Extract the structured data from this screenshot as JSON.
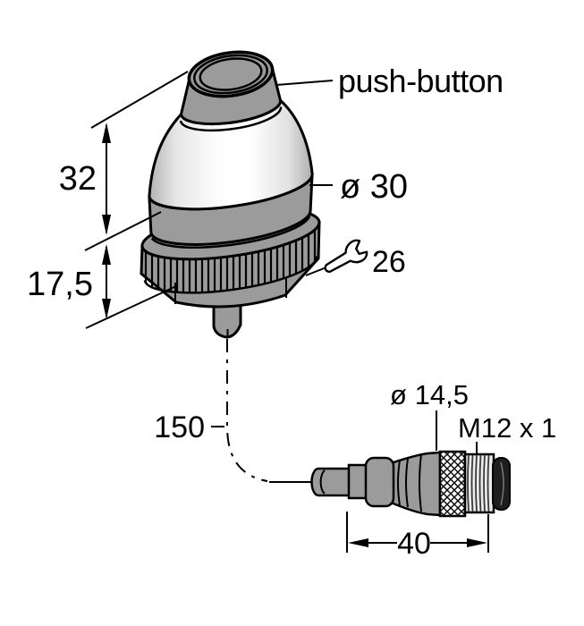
{
  "drawing": {
    "type": "technical-dimension-drawing",
    "subject": "push-button sensor with pigtail M12 connector",
    "labels": {
      "push_button": "push-button",
      "height_upper": "32",
      "height_lower": "17,5",
      "body_diameter": "ø 30",
      "wrench_size": "26",
      "cable_length": "150",
      "connector_diameter": "ø 14,5",
      "thread": "M12 x 1",
      "connector_length": "40"
    },
    "icons": {
      "wrench": "open-end-wrench-icon"
    },
    "colors": {
      "outline": "#000000",
      "metal_gray": "#9b9b9b",
      "dome_white": "#ffffff",
      "thread_light": "#ececec",
      "connector_tip_dark": "#1e1e1e",
      "background": "#ffffff"
    }
  }
}
